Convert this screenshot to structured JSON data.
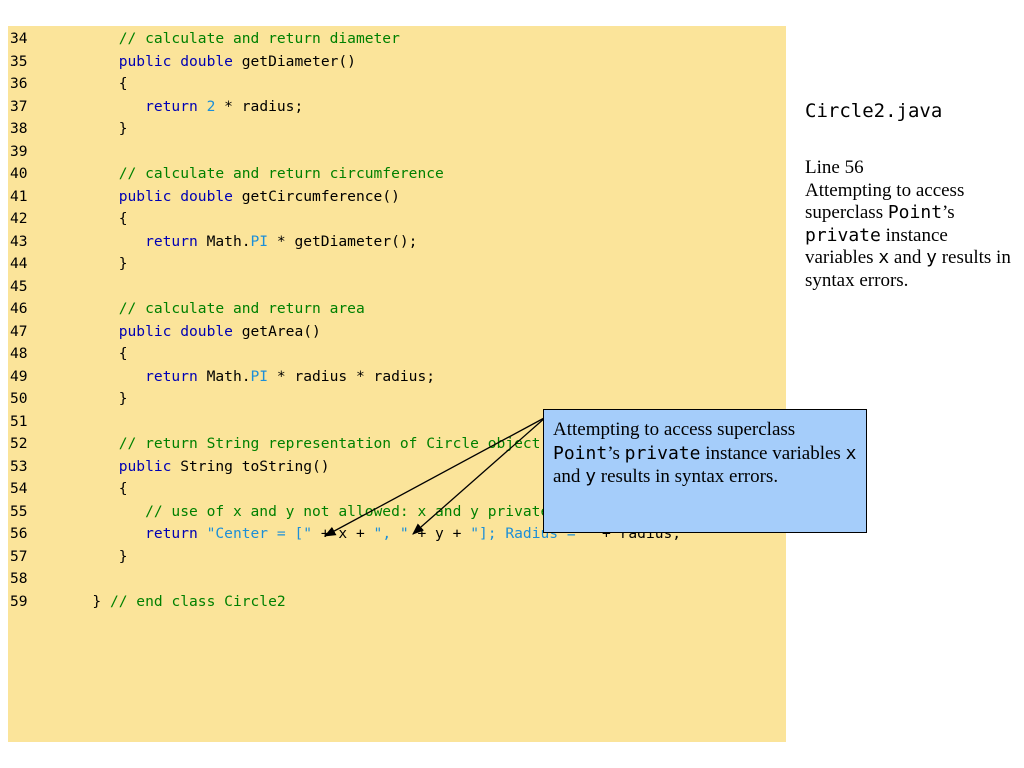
{
  "code_lines": [
    {
      "num": "34",
      "tokens": [
        {
          "t": "      "
        },
        {
          "t": "// calculate and return diameter",
          "c": "cm"
        }
      ]
    },
    {
      "num": "35",
      "tokens": [
        {
          "t": "      "
        },
        {
          "t": "public",
          "c": "kw"
        },
        {
          "t": " "
        },
        {
          "t": "double",
          "c": "kw"
        },
        {
          "t": " getDiameter()"
        }
      ]
    },
    {
      "num": "36",
      "tokens": [
        {
          "t": "      {"
        }
      ]
    },
    {
      "num": "37",
      "tokens": [
        {
          "t": "         "
        },
        {
          "t": "return",
          "c": "kw"
        },
        {
          "t": " "
        },
        {
          "t": "2",
          "c": "num"
        },
        {
          "t": " * radius;"
        }
      ]
    },
    {
      "num": "38",
      "tokens": [
        {
          "t": "      }"
        }
      ]
    },
    {
      "num": "39",
      "tokens": []
    },
    {
      "num": "40",
      "tokens": [
        {
          "t": "      "
        },
        {
          "t": "// calculate and return circumference",
          "c": "cm"
        }
      ]
    },
    {
      "num": "41",
      "tokens": [
        {
          "t": "      "
        },
        {
          "t": "public",
          "c": "kw"
        },
        {
          "t": " "
        },
        {
          "t": "double",
          "c": "kw"
        },
        {
          "t": " getCircumference()"
        }
      ]
    },
    {
      "num": "42",
      "tokens": [
        {
          "t": "      {"
        }
      ]
    },
    {
      "num": "43",
      "tokens": [
        {
          "t": "         "
        },
        {
          "t": "return",
          "c": "kw"
        },
        {
          "t": " Math."
        },
        {
          "t": "PI",
          "c": "const"
        },
        {
          "t": " * getDiameter();"
        }
      ]
    },
    {
      "num": "44",
      "tokens": [
        {
          "t": "      }"
        }
      ]
    },
    {
      "num": "45",
      "tokens": []
    },
    {
      "num": "46",
      "tokens": [
        {
          "t": "      "
        },
        {
          "t": "// calculate and return area",
          "c": "cm"
        }
      ]
    },
    {
      "num": "47",
      "tokens": [
        {
          "t": "      "
        },
        {
          "t": "public",
          "c": "kw"
        },
        {
          "t": " "
        },
        {
          "t": "double",
          "c": "kw"
        },
        {
          "t": " getArea()"
        }
      ]
    },
    {
      "num": "48",
      "tokens": [
        {
          "t": "      {"
        }
      ]
    },
    {
      "num": "49",
      "tokens": [
        {
          "t": "         "
        },
        {
          "t": "return",
          "c": "kw"
        },
        {
          "t": " Math."
        },
        {
          "t": "PI",
          "c": "const"
        },
        {
          "t": " * radius * radius;"
        }
      ]
    },
    {
      "num": "50",
      "tokens": [
        {
          "t": "      }"
        }
      ]
    },
    {
      "num": "51",
      "tokens": []
    },
    {
      "num": "52",
      "tokens": [
        {
          "t": "      "
        },
        {
          "t": "// return String representation of Circle object",
          "c": "cm"
        }
      ]
    },
    {
      "num": "53",
      "tokens": [
        {
          "t": "      "
        },
        {
          "t": "public",
          "c": "kw"
        },
        {
          "t": " String toString()"
        }
      ]
    },
    {
      "num": "54",
      "tokens": [
        {
          "t": "      {"
        }
      ]
    },
    {
      "num": "55",
      "tokens": [
        {
          "t": "         "
        },
        {
          "t": "// use of x and y not allowed: x and y private in Point",
          "c": "cm"
        }
      ]
    },
    {
      "num": "56",
      "tokens": [
        {
          "t": "         "
        },
        {
          "t": "return",
          "c": "kw"
        },
        {
          "t": " "
        },
        {
          "t": "\"Center = [\"",
          "c": "str"
        },
        {
          "t": " + x + "
        },
        {
          "t": "\", \"",
          "c": "str"
        },
        {
          "t": " + y + "
        },
        {
          "t": "\"]; Radius = \"",
          "c": "str"
        },
        {
          "t": " + radius;"
        }
      ]
    },
    {
      "num": "57",
      "tokens": [
        {
          "t": "      }"
        }
      ]
    },
    {
      "num": "58",
      "tokens": []
    },
    {
      "num": "59",
      "tokens": [
        {
          "t": "   } "
        },
        {
          "t": "// end class Circle2",
          "c": "cm"
        }
      ]
    }
  ],
  "sidebar": {
    "file_name": "Circle2.java",
    "line_ref": "Line 56",
    "note_part1": "Attempting to access superclass ",
    "note_code1": "Point",
    "note_part2": "’s ",
    "note_code2": "private",
    "note_part3": " instance variables ",
    "note_code3": "x",
    "note_part4": " and ",
    "note_code4": "y",
    "note_part5": " results in syntax errors."
  },
  "callout": {
    "part1": "Attempting to access superclass ",
    "code1": "Point",
    "part2": "’s ",
    "code2": "private",
    "part3": " instance variables ",
    "code3": "x",
    "part4": " and ",
    "code4": "y",
    "part5": " results in syntax errors."
  },
  "colors": {
    "code_background": "#fbe49a",
    "keyword": "#0000b4",
    "comment": "#008000",
    "literal": "#1c8fd8",
    "callout_background": "#a5cdfa"
  }
}
